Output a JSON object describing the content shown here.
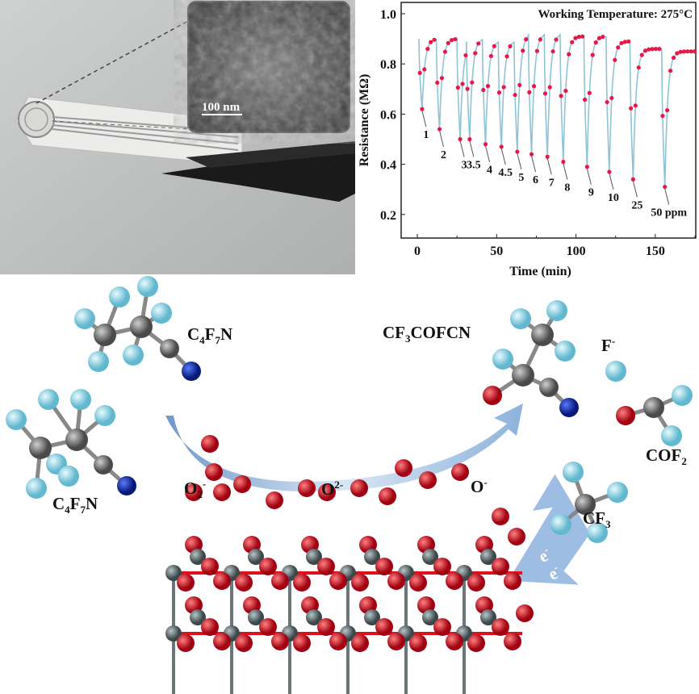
{
  "photo": {
    "scale_label": "100 nm"
  },
  "chart_data": {
    "type": "line",
    "title": "Working Temperature: 275°C",
    "xlabel": "Time (min)",
    "ylabel": "Resistance (MΩ)",
    "xlim": [
      -5,
      177
    ],
    "ylim": [
      0.1,
      1.03
    ],
    "xticks": [
      0,
      50,
      100,
      150
    ],
    "yticks": [
      0.2,
      0.4,
      0.6,
      0.8,
      1.0
    ],
    "ytick_labels": [
      "0.2",
      "0.4",
      "0.6",
      "0.8",
      "1.0"
    ],
    "line_color": "#8fc3d6",
    "marker_color": "#e8174a",
    "end_time": 176,
    "end_value": 0.85,
    "events": [
      {
        "label": "1",
        "t": 1,
        "baseline": 0.9,
        "min": 0.62
      },
      {
        "label": "2",
        "t": 12,
        "baseline": 0.9,
        "min": 0.54
      },
      {
        "label": "3",
        "t": 25,
        "baseline": 0.9,
        "min": 0.5
      },
      {
        "label": "3.5",
        "t": 31,
        "baseline": 0.89,
        "min": 0.5
      },
      {
        "label": "4",
        "t": 41,
        "baseline": 0.9,
        "min": 0.48
      },
      {
        "label": "4.5",
        "t": 51,
        "baseline": 0.89,
        "min": 0.47
      },
      {
        "label": "5",
        "t": 61,
        "baseline": 0.89,
        "min": 0.45
      },
      {
        "label": "6",
        "t": 70,
        "baseline": 0.92,
        "min": 0.44
      },
      {
        "label": "7",
        "t": 80,
        "baseline": 0.92,
        "min": 0.43
      },
      {
        "label": "8",
        "t": 90,
        "baseline": 0.92,
        "min": 0.41
      },
      {
        "label": "9",
        "t": 105,
        "baseline": 0.91,
        "min": 0.39
      },
      {
        "label": "10",
        "t": 119,
        "baseline": 0.91,
        "min": 0.37
      },
      {
        "label": "25",
        "t": 134,
        "baseline": 0.89,
        "min": 0.34
      },
      {
        "label": "50 ppm",
        "t": 154,
        "baseline": 0.86,
        "min": 0.31
      }
    ]
  },
  "diagram": {
    "reactant_top": {
      "main": "C",
      "s1": "4",
      "m2": "F",
      "s2": "7",
      "m3": "N"
    },
    "reactant_bottom": {
      "main": "C",
      "s1": "4",
      "m2": "F",
      "s2": "7",
      "m3": "N"
    },
    "product_1": {
      "a": "CF",
      "s1": "3",
      "b": "COFCN"
    },
    "product_2": {
      "a": "F",
      "sup": "-"
    },
    "product_3": {
      "a": "COF",
      "s1": "2"
    },
    "product_4": {
      "a": "CF",
      "s1": "3"
    },
    "oxygen_1": {
      "a": "O",
      "s1": "2",
      "sup": "-"
    },
    "oxygen_2": {
      "a": "O",
      "sup": "2-"
    },
    "oxygen_3": {
      "a": "O",
      "sup": "-"
    },
    "electron_1": {
      "a": "e",
      "sup": "-"
    },
    "electron_2": {
      "a": "e",
      "sup": "-"
    },
    "colors": {
      "fluorine": "#8fd8ea",
      "carbon": "#7a7a7a",
      "nitrogen": "#0a2aa8",
      "oxygen": "#e0101a",
      "metal": "#5f6f72",
      "arrow": "#8db3dc"
    }
  }
}
